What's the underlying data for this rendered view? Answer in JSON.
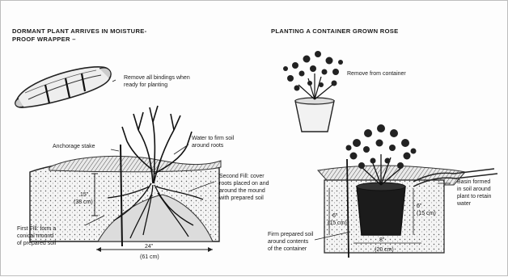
{
  "left_panel": {
    "heading": "DORMANT PLANT ARRIVES IN MOISTURE-\nPROOF WRAPPER –",
    "remove_bindings": "Remove all bindings when\nready for planting",
    "anchorage_stake": "Anchorage stake",
    "water_to_firm": "Water to firm soil\naround roots",
    "depth_in": "15\"",
    "depth_cm": "(38 cm)",
    "second_fill": "Second Fill: cover\nroots placed on and\naround the mound\nwith prepared soil",
    "first_fill": "First Fill: form a\nconical mound\nof prepared soil",
    "width_in": "24\"",
    "width_cm": "(61 cm)"
  },
  "right_panel": {
    "heading": "PLANTING A CONTAINER GROWN ROSE",
    "remove_from_container": "Remove from container",
    "basin": "Basin formed\nin soil around\nplant to retain\nwater",
    "firm_soil": "Firm prepared soil\naround contents\nof the container",
    "dim_6a_in": "6\"",
    "dim_6a_cm": "(15 cm)",
    "dim_6b_in": "6\"",
    "dim_6b_cm": "(15 cm)",
    "dim_8_in": "8\"",
    "dim_8_cm": "(20 cm)"
  }
}
